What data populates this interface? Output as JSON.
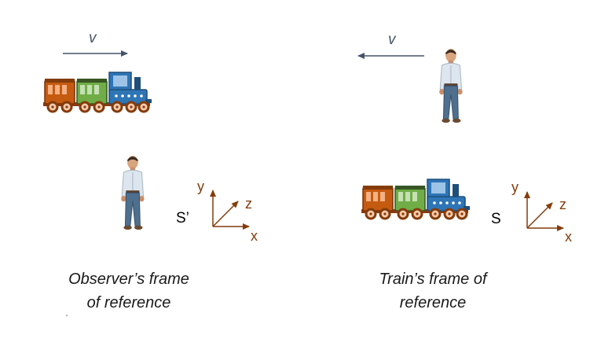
{
  "colors": {
    "axis": "#843c0c",
    "arrow": "#44546a",
    "train_blue": "#2e75b6",
    "train_green": "#548235",
    "train_orange": "#c55a11",
    "person_shirt": "#dde6ee",
    "person_jeans": "#4f6f8f"
  },
  "left_panel": {
    "velocity_label": "v",
    "frame_label": "S’",
    "axes": {
      "y": "y",
      "z": "z",
      "x": "x"
    },
    "caption_line1": "Observer’s frame",
    "caption_line2": "of reference"
  },
  "right_panel": {
    "velocity_label": "v",
    "frame_label": "S",
    "axes": {
      "y": "y",
      "z": "z",
      "x": "x"
    },
    "caption_line1": "Train’s frame of",
    "caption_line2": "reference"
  },
  "icons": [
    "train-icon",
    "person-icon",
    "velocity-arrow-icon",
    "axes-icon"
  ]
}
